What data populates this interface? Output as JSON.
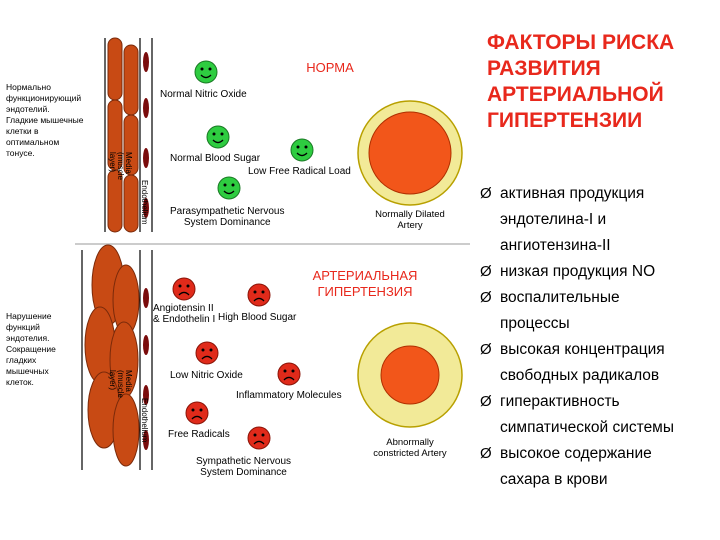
{
  "title": "ФАКТОРЫ РИСКА\nРАЗВИТИЯ\nАРТЕРИАЛЬНОЙ\nГИПЕРТЕНЗИИ",
  "bullets": [
    "активная продукция\nэндотелина-I и\nангиотензина-II",
    "низкая продукция NO",
    "воспалительные\nпроцессы",
    "высокая концентрация\nсвободных радикалов",
    "гиперактивность\nсимпатической системы",
    "высокое содержание\nсахара в крови"
  ],
  "bullet_marker": "Ø",
  "normal": {
    "title": "НОРМА",
    "caption": "Нормально\nфункционирующий\nэндотелий.\nГладкие мышечные\nклетки в\nоптимальном\nтонусе.",
    "layers": {
      "media": "Media\n(muscle\nlayer)",
      "endothelium": "Endothelium"
    },
    "labels": {
      "nitric_oxide": "Normal Nitric Oxide",
      "blood_sugar": "Normal Blood Sugar",
      "free_radical": "Low Free Radical Load",
      "nervous": "Parasympathetic Nervous\nSystem Dominance"
    },
    "artery": "Normally Dilated\nArtery"
  },
  "hypertension": {
    "title": "АРТЕРИАЛЬНАЯ\nГИПЕРТЕНЗИЯ",
    "caption": "Нарушение\nфункций\nэндотелия.\nСокращение\nгладких\nмышечных\nклеток.",
    "layers": {
      "media": "Media\n(muscle\nlayer)",
      "endothelium": "Endothelium"
    },
    "labels": {
      "angiotensin": "Angiotensin II\n& Endothelin I",
      "blood_sugar": "High Blood Sugar",
      "nitric_oxide": "Low Nitric Oxide",
      "inflammatory": "Inflammatory Molecules",
      "free_radicals": "Free Radicals",
      "nervous": "Sympathetic Nervous\nSystem Dominance"
    },
    "artery": "Abnormally\nconstricted Artery"
  },
  "colors": {
    "accent_red": "#e8281c",
    "smiley_green": "#2ecc40",
    "frown_red": "#e02a1a",
    "muscle": "#c84a14",
    "endothelium_dot": "#7a0c0c",
    "artery_outer": "#f2ea98",
    "artery_inner": "#f2561a",
    "artery_border": "#b8a000"
  },
  "icons": [
    "smile-icon",
    "frown-icon",
    "arrow-bullet-icon"
  ]
}
